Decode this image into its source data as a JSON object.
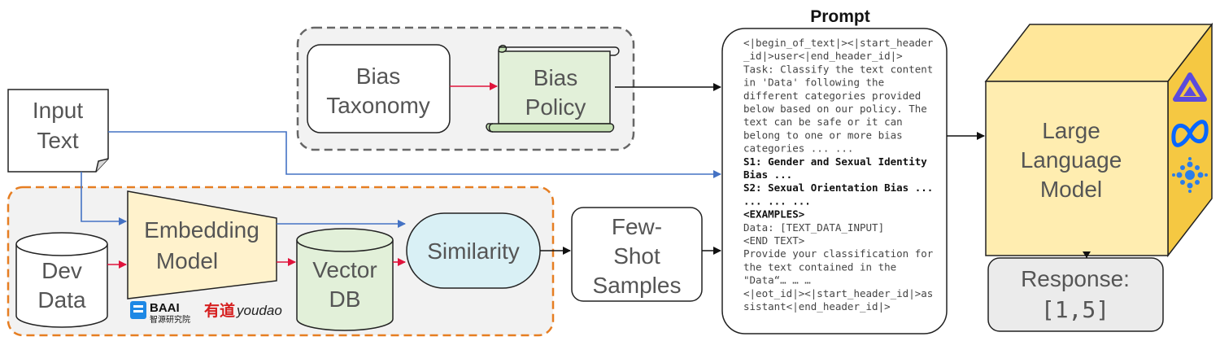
{
  "input": {
    "line1": "Input",
    "line2": "Text"
  },
  "bias_taxonomy": {
    "line1": "Bias",
    "line2": "Taxonomy"
  },
  "bias_policy": {
    "line1": "Bias",
    "line2": "Policy"
  },
  "dev_data": {
    "line1": "Dev",
    "line2": "Data"
  },
  "embedding_model": {
    "line1": "Embedding",
    "line2": "Model"
  },
  "vector_db": {
    "line1": "Vector",
    "line2": "DB"
  },
  "similarity": {
    "label": "Similarity"
  },
  "few_shot": {
    "line1": "Few-",
    "line2": "Shot",
    "line3": "Samples"
  },
  "prompt": {
    "title": "Prompt",
    "lines": [
      {
        "text": "<|begin_of_text|><|start_header",
        "bold": false
      },
      {
        "text": "_id|>user<|end_header_id|>",
        "bold": false
      },
      {
        "text": "Task: Classify the text content",
        "bold": false
      },
      {
        "text": "in 'Data' following the",
        "bold": false
      },
      {
        "text": "different categories provided",
        "bold": false
      },
      {
        "text": "below based on our policy. The",
        "bold": false
      },
      {
        "text": "text can be safe or it can",
        "bold": false
      },
      {
        "text": "belong to one or more bias",
        "bold": false
      },
      {
        "text": "categories ... ...",
        "bold": false
      },
      {
        "text": "S1: Gender and Sexual Identity",
        "bold": true
      },
      {
        "text": "Bias ...",
        "bold": true
      },
      {
        "text": "S2: Sexual Orientation Bias ...",
        "bold": true
      },
      {
        "text": "... ... ...",
        "bold": true
      },
      {
        "text": "<EXAMPLES>",
        "bold": true
      },
      {
        "text": "Data: [TEXT_DATA_INPUT]",
        "bold": false
      },
      {
        "text": "<END TEXT>",
        "bold": false
      },
      {
        "text": "Provide your classification for",
        "bold": false
      },
      {
        "text": "the text contained in the",
        "bold": false
      },
      {
        "text": "\"Data“… … …",
        "bold": false
      },
      {
        "text": "<|eot_id|><|start_header_id|>as",
        "bold": false
      },
      {
        "text": "sistant<|end_header_id|>",
        "bold": false
      }
    ]
  },
  "llm": {
    "line1": "Large",
    "line2": "Language",
    "line3": "Model"
  },
  "response": {
    "line1": "Response:",
    "line2": "[1,5]"
  },
  "logos": {
    "baai": "BAAI",
    "baai_sub": "智源研究院",
    "youdao_cn": "有道",
    "youdao": "youdao"
  },
  "colors": {
    "arrow_black": "#111111",
    "arrow_blue": "#4472c4",
    "arrow_red": "#e0143c",
    "policy_fill": "#e2f0d9",
    "embedding_fill": "#fff2cc",
    "vector_fill": "#e2f0d9",
    "similarity_fill": "#d9f0f5",
    "llm_fill": "#ffedb0",
    "response_fill": "#ebebeb",
    "orange_dash": "#e67e22",
    "gray_dash": "#666666"
  }
}
